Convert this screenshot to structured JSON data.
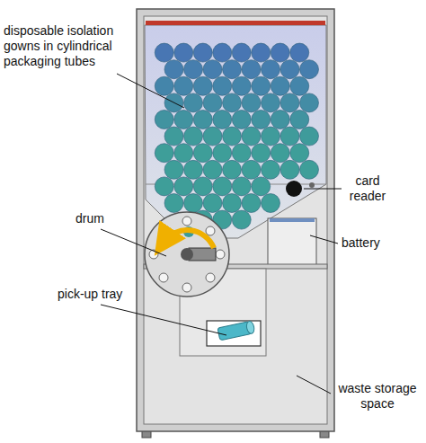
{
  "diagram": {
    "labels": [
      "disposable isolation gowns in cylindrical packaging tubes",
      "card reader",
      "drum",
      "battery",
      "pick-up tray",
      "waste storage space"
    ]
  }
}
